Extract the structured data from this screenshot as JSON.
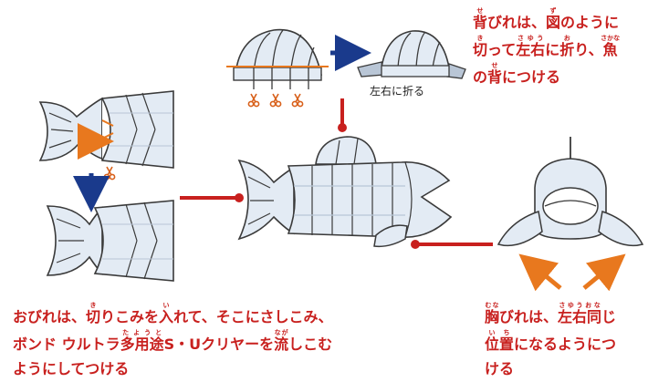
{
  "colors": {
    "red": "#c8201e",
    "orange": "#e8781e",
    "navy": "#1a3a8c",
    "outline": "#3a3a3a",
    "body_fill": "#e3ebf4",
    "shade": "#b9c6d6",
    "scissors": "#d8601a"
  },
  "icons": {
    "scissors": "scissors-icon",
    "arrow": "arrow-icon"
  },
  "labels": {
    "fold_left_right": "左右に折る"
  },
  "annotations": {
    "dorsal": {
      "line1": [
        {
          "t": "背",
          "r": "せ"
        },
        {
          "t": "びれは、"
        },
        {
          "t": "図",
          "r": "ず"
        },
        {
          "t": "のように"
        }
      ],
      "line2": [
        {
          "t": "切",
          "r": "き"
        },
        {
          "t": "って"
        },
        {
          "t": "左右",
          "r": "さゆう"
        },
        {
          "t": "に"
        },
        {
          "t": "折",
          "r": "お"
        },
        {
          "t": "り、"
        },
        {
          "t": "魚",
          "r": "さかな"
        }
      ],
      "line3": [
        {
          "t": "の"
        },
        {
          "t": "背",
          "r": "せ"
        },
        {
          "t": "につける"
        }
      ]
    },
    "tail": {
      "line1": [
        {
          "t": "おびれは、"
        },
        {
          "t": "切",
          "r": "き"
        },
        {
          "t": "りこみを"
        },
        {
          "t": "入",
          "r": "い"
        },
        {
          "t": "れて、そこにさしこみ、"
        }
      ],
      "line2": [
        {
          "t": "ボンド ウルトラ"
        },
        {
          "t": "多用途",
          "r": "たようと"
        },
        {
          "t": "S・Uクリヤーを"
        },
        {
          "t": "流",
          "r": "なが"
        },
        {
          "t": "しこむ"
        }
      ],
      "line3": [
        {
          "t": "ようにしてつける"
        }
      ]
    },
    "pectoral": {
      "line1": [
        {
          "t": "胸",
          "r": "むな"
        },
        {
          "t": "びれは、"
        },
        {
          "t": "左右同",
          "r": "さゆうおな"
        },
        {
          "t": "じ"
        }
      ],
      "line2": [
        {
          "t": "位置",
          "r": "いち"
        },
        {
          "t": "になるようにつ"
        }
      ],
      "line3": [
        {
          "t": "ける"
        }
      ]
    }
  }
}
